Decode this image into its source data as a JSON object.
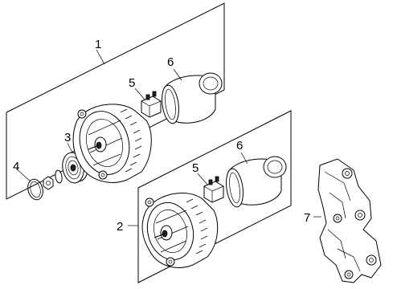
{
  "callouts": {
    "c1": "1",
    "c2": "2",
    "c3": "3",
    "c4": "4",
    "c5a": "5",
    "c5b": "5",
    "c6a": "6",
    "c6b": "6",
    "c7": "7"
  },
  "parts": {
    "upper_assembly": "alternator-assembly",
    "lower_assembly": "alternator",
    "pulley": "pulley",
    "nut_washer": "nut-and-washer",
    "regulator": "voltage-regulator",
    "cover": "alternator-cover",
    "bracket": "mounting-bracket"
  }
}
